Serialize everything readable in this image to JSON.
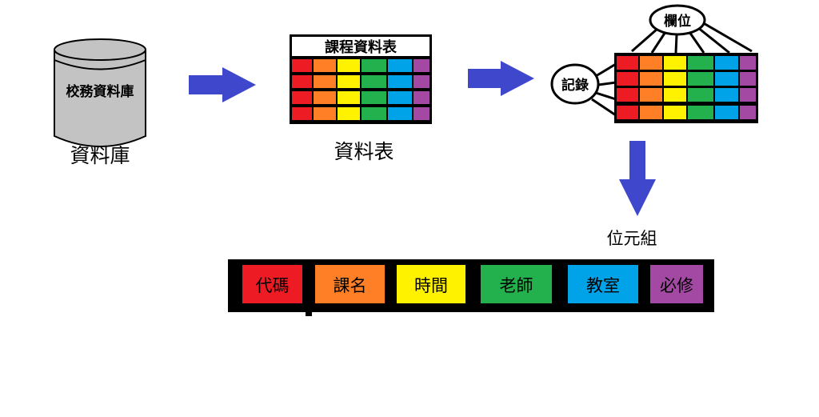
{
  "database": {
    "cylinder_label": "校務資料庫",
    "caption": "資料庫"
  },
  "table": {
    "header": "課程資料表",
    "caption": "資料表"
  },
  "detail": {
    "field_label": "欄位",
    "record_label": "記錄",
    "tuple_caption": "位元組"
  },
  "column_colors": [
    "#ed1c24",
    "#ff7f27",
    "#fff200",
    "#22b14c",
    "#00a2e8",
    "#a349a4"
  ],
  "arrow_color": "#3f48cc",
  "record_fields": [
    {
      "label": "代碼",
      "color": "#ed1c24"
    },
    {
      "label": "課名",
      "color": "#ff7f27"
    },
    {
      "label": "時間",
      "color": "#fff200"
    },
    {
      "label": "老師",
      "color": "#22b14c"
    },
    {
      "label": "教室",
      "color": "#00a2e8"
    },
    {
      "label": "必修",
      "color": "#a349a4"
    }
  ]
}
